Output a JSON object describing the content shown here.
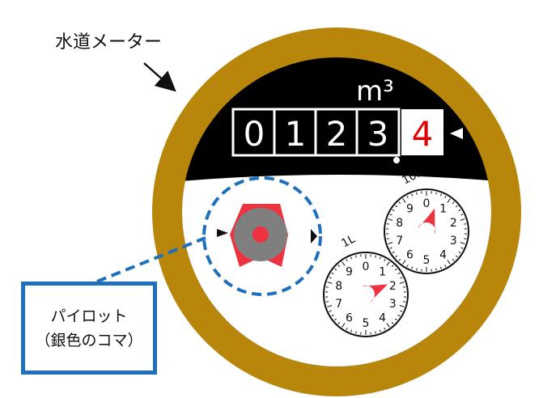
{
  "title": "水道メーター",
  "unit": "m³",
  "digits": [
    "0",
    "1",
    "2",
    "3"
  ],
  "red_digit": "4",
  "callout": {
    "line1": "パイロット",
    "line2": "（銀色のコマ）"
  },
  "dial_small": {
    "label": "1L",
    "numbers": [
      "0",
      "1",
      "2",
      "3",
      "4",
      "5",
      "6",
      "7",
      "8",
      "9"
    ]
  },
  "dial_large": {
    "label": "10L",
    "numbers": [
      "0",
      "1",
      "2",
      "3",
      "4",
      "5",
      "6",
      "7",
      "8",
      "9"
    ]
  },
  "colors": {
    "rim": "#b8860b",
    "face": "#000000",
    "pointer": "#ee3340",
    "pilot_body": "#7f7f7f",
    "callout": "#1f6fbd",
    "red_digit": "#e00000"
  }
}
